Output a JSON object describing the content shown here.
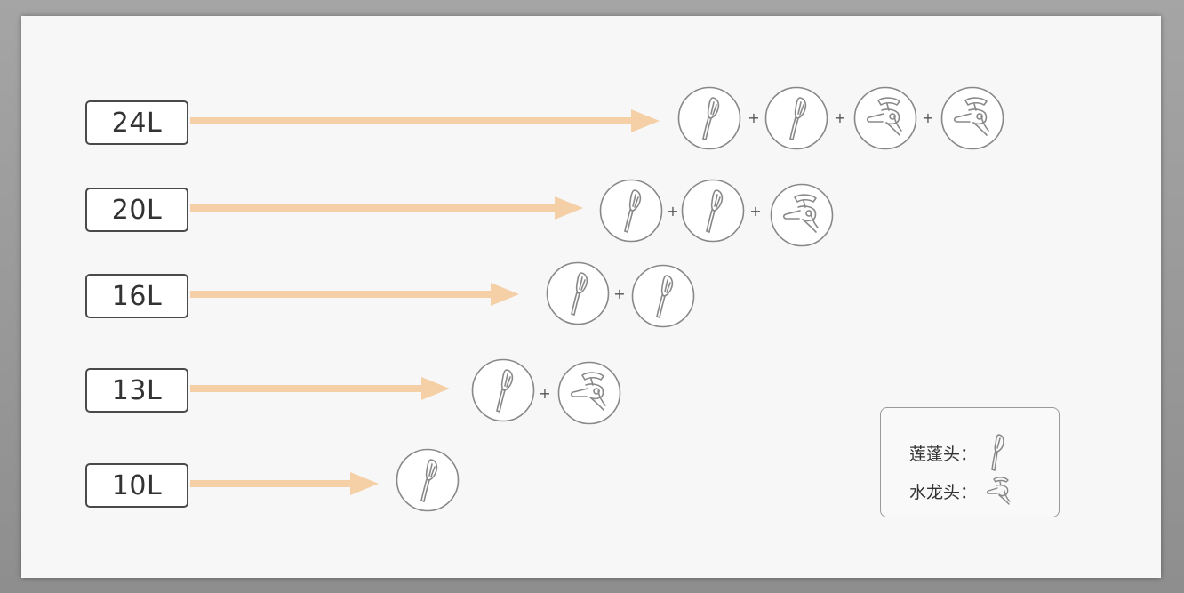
{
  "diagram": {
    "rows": [
      {
        "capacity": "24L",
        "items": [
          "shower-head",
          "shower-head",
          "faucet",
          "faucet"
        ]
      },
      {
        "capacity": "20L",
        "items": [
          "shower-head",
          "shower-head",
          "faucet"
        ]
      },
      {
        "capacity": "16L",
        "items": [
          "shower-head",
          "shower-head"
        ]
      },
      {
        "capacity": "13L",
        "items": [
          "shower-head",
          "faucet"
        ]
      },
      {
        "capacity": "10L",
        "items": [
          "shower-head"
        ]
      }
    ],
    "plus_symbol": "+",
    "legend": {
      "shower_label": "莲蓬头：",
      "faucet_label": "水龙头："
    },
    "colors": {
      "arrow": "#f5cfa6",
      "box_border": "#4a4a4a",
      "icon_stroke": "#888888"
    }
  }
}
